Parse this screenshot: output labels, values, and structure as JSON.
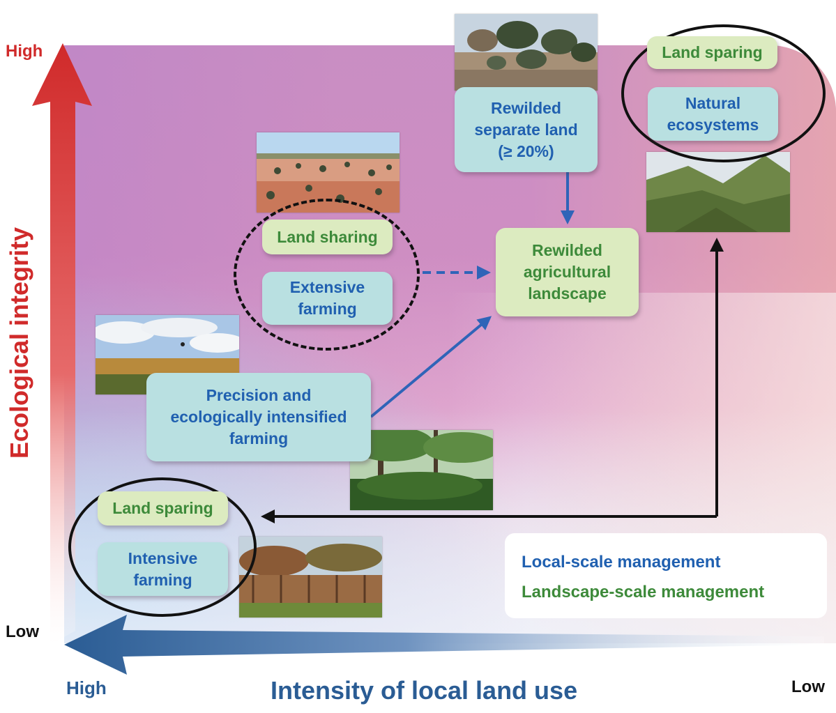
{
  "axes": {
    "y_label": "Ecological integrity",
    "y_high": "High",
    "y_low": "Low",
    "x_label": "Intensity of local land use",
    "x_high": "High",
    "x_low": "Low"
  },
  "boxes": {
    "rewilded_separate": "Rewilded\nseparate land\n(≥ 20%)",
    "land_sparing_top": "Land sparing",
    "natural_ecosystems": "Natural\necosystems",
    "land_sharing": "Land sharing",
    "extensive_farming": "Extensive\nfarming",
    "rewilded_agricultural": "Rewilded\nagricultural\nlandscape",
    "precision_farming": "Precision and\necologically intensified\nfarming",
    "land_sparing_bottom": "Land sparing",
    "intensive_farming": "Intensive\nfarming"
  },
  "legend": {
    "local": "Local-scale management",
    "landscape": "Landscape-scale management"
  },
  "colors": {
    "local_text": "#2060b0",
    "landscape_text": "#3d8a3a",
    "local_box": "#b9e0e1",
    "landscape_box": "#dcebc0",
    "y_axis_arrow": "#d02a2a",
    "x_axis_arrow": "#2a5c94",
    "arrow_blue": "#2f64b8",
    "arrow_black": "#111111"
  }
}
